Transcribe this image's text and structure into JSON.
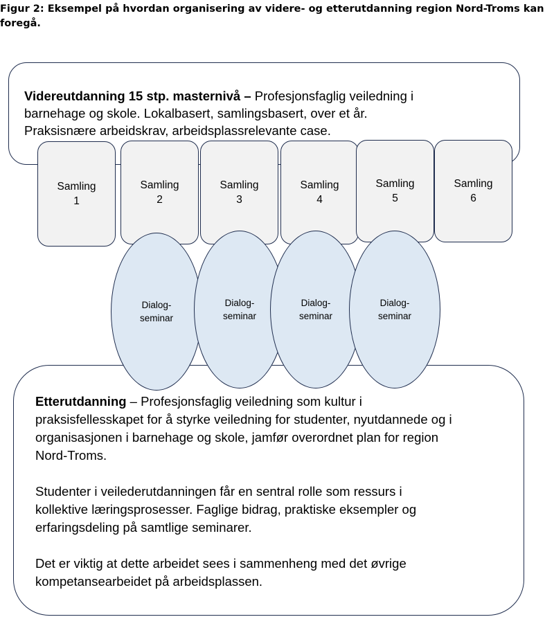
{
  "caption": {
    "line1": "Figur 2: Eksempel på hvordan organisering av videre- og etterutdanning region Nord-Troms kan",
    "line2": "foregå."
  },
  "videreutdanning": {
    "heading": "Videreutdanning 15 stp. masternivå –",
    "line1_rest": " Profesjonsfaglig veiledning i",
    "line2": "barnehage og skole. Lokalbasert, samlingsbasert, over et år.",
    "line3": "Praksisnære arbeidskrav, arbeidsplassrelevante case."
  },
  "samlinger": [
    {
      "label": "Samling",
      "number": "1"
    },
    {
      "label": "Samling",
      "number": "2"
    },
    {
      "label": "Samling",
      "number": "3"
    },
    {
      "label": "Samling",
      "number": "4"
    },
    {
      "label": "Samling",
      "number": "5"
    },
    {
      "label": "Samling",
      "number": "6"
    }
  ],
  "dialogseminarer": [
    {
      "line1": "Dialog-",
      "line2": "seminar"
    },
    {
      "line1": "Dialog-",
      "line2": "seminar"
    },
    {
      "line1": "Dialog-",
      "line2": "seminar"
    },
    {
      "line1": "Dialog-",
      "line2": "seminar"
    }
  ],
  "etterutdanning": {
    "heading": "Etterutdanning",
    "p1": {
      "line1_rest": " – Profesjonsfaglig veiledning som kultur i",
      "line2": "praksisfellesskapet for å styrke veiledning for studenter, nyutdannede og i",
      "line3": "organisasjonen i barnehage og skole, jamfør overordnet plan for region",
      "line4": "Nord-Troms."
    },
    "p2": {
      "line1": "Studenter i veilederutdanningen får en sentral rolle som ressurs i",
      "line2": "kollektive læringsprosesser. Faglige bidrag, praktiske eksempler og",
      "line3": "erfaringsdeling på samtlige seminarer."
    },
    "p3": {
      "line1": "Det er viktig at dette arbeidet sees i sammenheng med det øvrige",
      "line2": "kompetansearbeidet på arbeidsplassen."
    }
  }
}
